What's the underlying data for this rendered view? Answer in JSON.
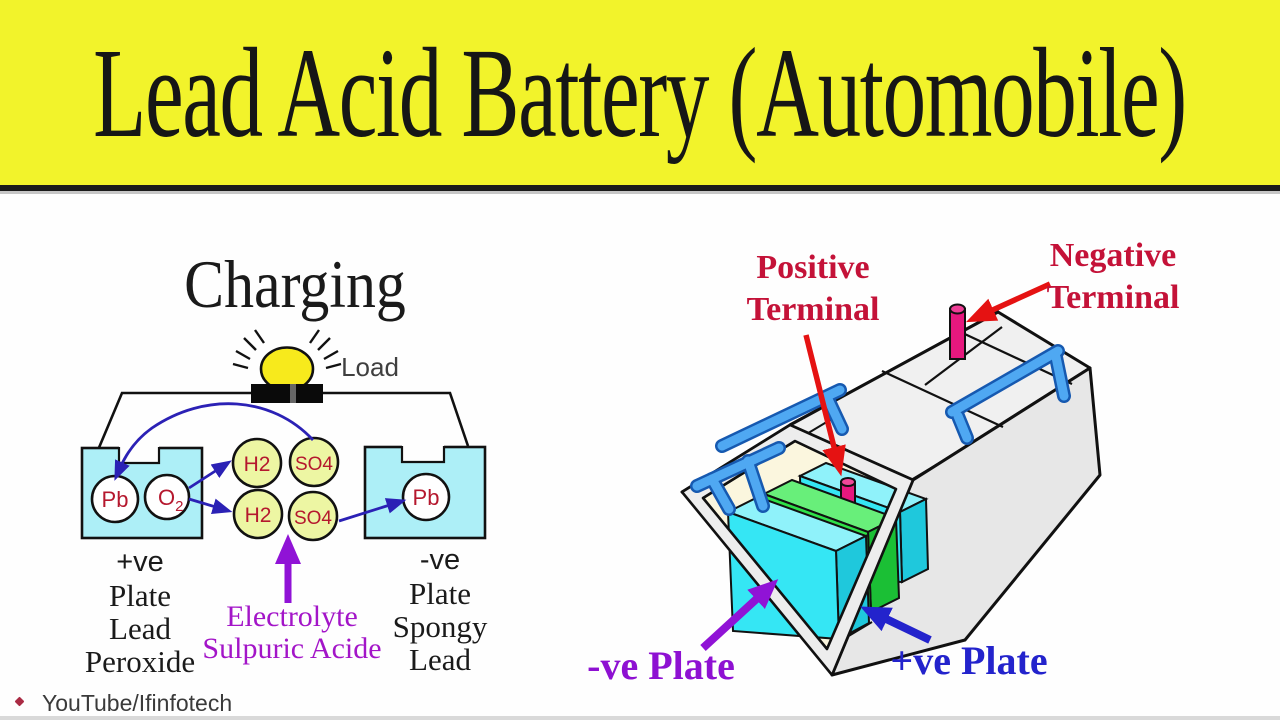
{
  "header": {
    "title": "Lead Acid Battery (Automobile)"
  },
  "charging": {
    "title": "Charging",
    "load_label": "Load",
    "molecules": {
      "pb_left": "Pb",
      "o2_base": "O",
      "o2_sub": "2",
      "h2_top": "H2",
      "so4_top": "SO4",
      "h2_bottom": "H2",
      "so4_bottom": "SO4",
      "pb_right": "Pb"
    },
    "left_plate_label": [
      "+ve",
      "Plate",
      "Lead",
      "Peroxide"
    ],
    "electrolyte_label": [
      "Electrolyte",
      "Sulpuric Acide"
    ],
    "right_plate_label": [
      "-ve",
      "Plate",
      "Spongy",
      "Lead"
    ]
  },
  "battery": {
    "positive_terminal_label": [
      "Positive",
      "Terminal"
    ],
    "negative_terminal_label": [
      "Negative",
      "Terminal"
    ],
    "negative_plate_label": "-ve Plate",
    "positive_plate_label": "+ve Plate"
  },
  "footer": {
    "watermark": "YouTube/Ifinfotech"
  },
  "colors": {
    "banner_yellow": "#F2F32B",
    "container_cyan": "#ADEFF7",
    "molecule_fill": "#EDF6A3",
    "molecule_text": "#B5182E",
    "wire_arrow_indigo": "#2B21B5",
    "electrolyte_purple": "#A315C8",
    "terminal_label_crimson": "#C41238",
    "red_arrow": "#E51212",
    "neg_plate_purple": "#8E10D2",
    "pos_plate_blue": "#2323CC",
    "plate_cyan": "#35E6F4",
    "plate_cyan_top": "#8FF2FA",
    "plate_cyan_side": "#1FC8DC",
    "plate_green": "#2EE148",
    "plate_green_top": "#68EF7A",
    "plate_green_side": "#1BBF35",
    "terminal_pink": "#E6187E",
    "connector_blue": "#4FA8F2",
    "connector_outline": "#1659B0",
    "case_gray": "#EDEDED",
    "inner_cream": "#FBF6DE",
    "bulb_yellow": "#F7EA1C"
  }
}
